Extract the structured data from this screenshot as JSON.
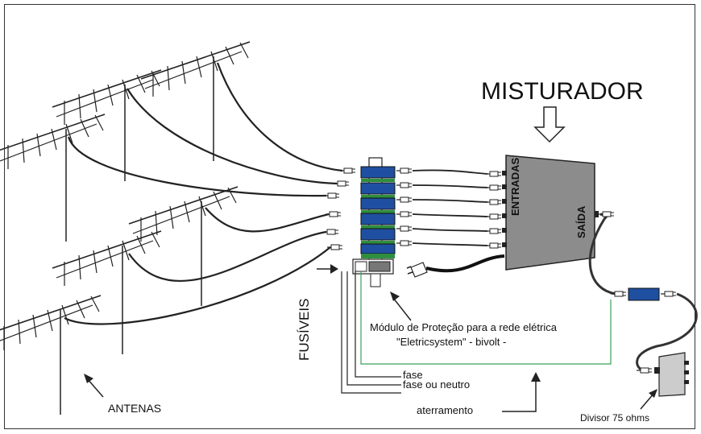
{
  "labels": {
    "misturador": "MISTURADOR",
    "entradas": "ENTRADAS",
    "saida": "SAÍDA",
    "fusiveis": "FUSÍVEIS",
    "antenas": "ANTENAS",
    "modulo_line1": "Módulo de Proteção para a rede elétrica",
    "modulo_line2": "\"Eletricsystem\" - bivolt -",
    "fase": "fase",
    "fase_neutro": "fase ou neutro",
    "aterramento": "aterramento",
    "divisor": "Divisor 75 ohms"
  },
  "colors": {
    "line": "#222222",
    "module_blue": "#1f4fa0",
    "module_green": "#2f8f3f",
    "mixer_gray": "#8c8c8c",
    "ground_wire": "#3aa05a"
  },
  "icons": {
    "arrow_down": "hollow-down-arrow-icon",
    "pointer": "pointer-arrow-icon",
    "plug": "power-plug-icon"
  }
}
